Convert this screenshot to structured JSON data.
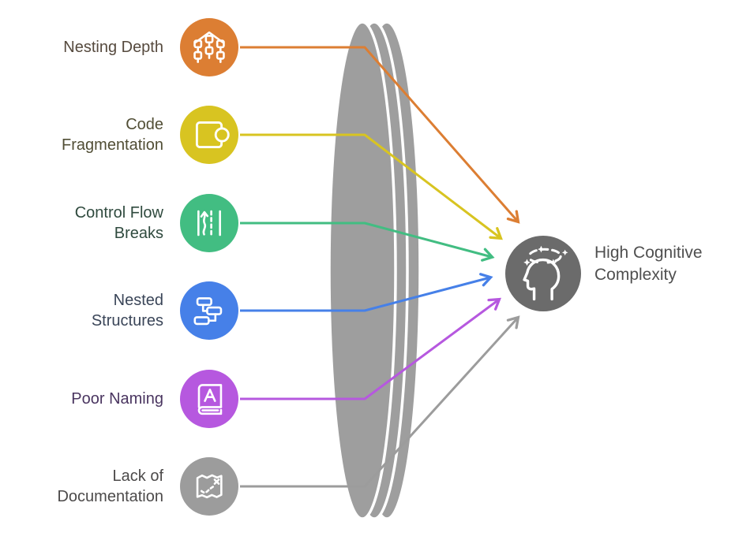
{
  "factors": [
    {
      "label": "Nesting Depth",
      "label_color": "#564A3E",
      "color": "#DC7E33",
      "icon": "hierarchy-icon"
    },
    {
      "label": "Code Fragmentation",
      "label_color": "#514E35",
      "color": "#D8C421",
      "icon": "puzzle-icon"
    },
    {
      "label": "Control Flow Breaks",
      "label_color": "#2F4A3E",
      "color": "#42BD82",
      "icon": "road-lanes-icon"
    },
    {
      "label": "Nested Structures",
      "label_color": "#3A4558",
      "color": "#4680E8",
      "icon": "flowchart-icon"
    },
    {
      "label": "Poor Naming",
      "label_color": "#4A3560",
      "color": "#B658DF",
      "icon": "dictionary-book-icon"
    },
    {
      "label": "Lack of Documentation",
      "label_color": "#4C4A4A",
      "color": "#9C9C9C",
      "icon": "treasure-map-icon"
    }
  ],
  "outcome": {
    "label": "High Cognitive Complexity",
    "label_color": "#4F4F4F",
    "color": "#6B6B6B",
    "icon": "dizzy-head-icon"
  },
  "lens": {
    "color": "#9E9E9E",
    "stripe_color": "#FFFFFF"
  }
}
